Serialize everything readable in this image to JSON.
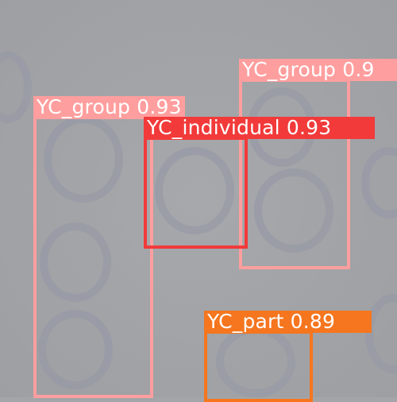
{
  "detections": [
    {
      "text": "YC_group 0.93",
      "color": "#ff9e9e"
    },
    {
      "text": "YC_individual 0.93",
      "color": "#f23a3a"
    },
    {
      "text": "YC_group 0.9",
      "color": "#ff9e9e"
    },
    {
      "text": "YC_part 0.89",
      "color": "#f5761f"
    }
  ]
}
